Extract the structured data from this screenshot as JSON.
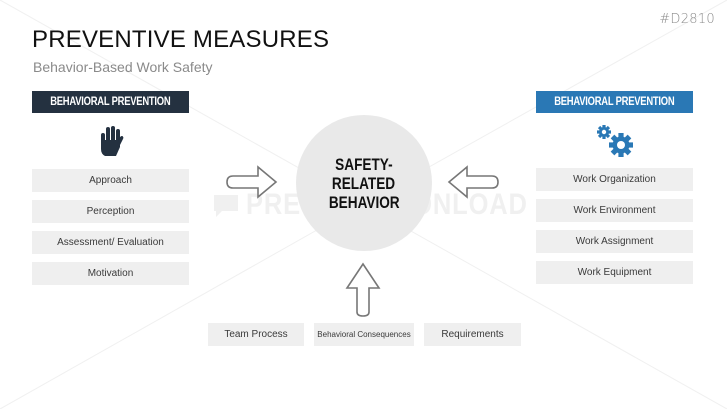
{
  "slide_id": "#D2810",
  "title": "PREVENTIVE MEASURES",
  "subtitle": "Behavior-Based Work Safety",
  "left_column": {
    "header": "BEHAVIORAL PREVENTION",
    "header_color": "#243140",
    "icon": "hand-stop-icon",
    "items": [
      {
        "label": "Approach"
      },
      {
        "label": "Perception"
      },
      {
        "label": "Assessment/ Evaluation"
      },
      {
        "label": "Motivation"
      }
    ]
  },
  "right_column": {
    "header": "BEHAVIORAL PREVENTION",
    "header_color": "#2a78b5",
    "icon": "gears-icon",
    "items": [
      {
        "label": "Work Organization"
      },
      {
        "label": "Work Environment"
      },
      {
        "label": "Work Assignment"
      },
      {
        "label": "Work Equipment"
      }
    ]
  },
  "center": {
    "lines": [
      "SAFETY-",
      "RELATED",
      "BEHAVIOR"
    ]
  },
  "bottom_row": {
    "items": [
      {
        "label": "Team Process"
      },
      {
        "label": "Behavioral Consequences"
      },
      {
        "label": "Requirements"
      }
    ]
  },
  "watermark": "PRESENTATIONLOAD"
}
